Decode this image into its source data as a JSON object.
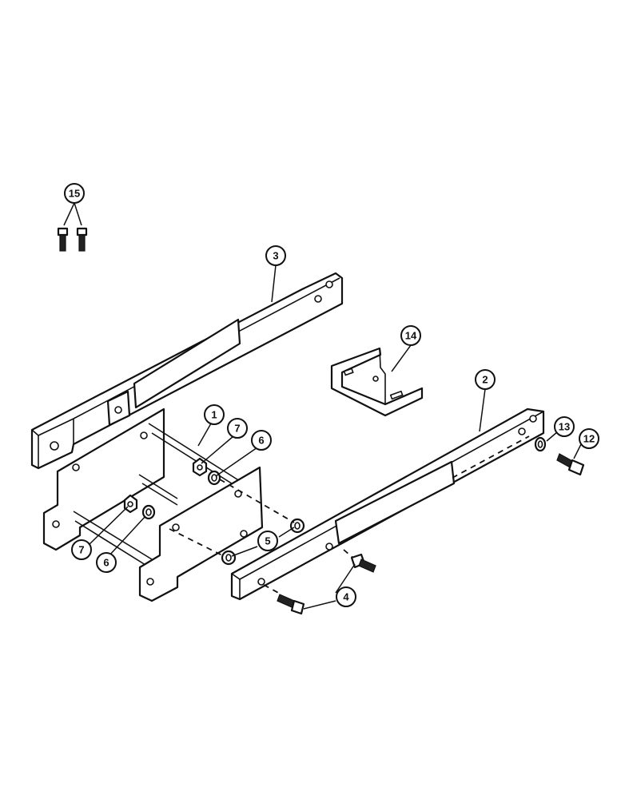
{
  "callouts": {
    "c1": "1",
    "c2": "2",
    "c3": "3",
    "c4": "4",
    "c5": "5",
    "c6a": "6",
    "c6b": "6",
    "c7a": "7",
    "c7b": "7",
    "c12": "12",
    "c13": "13",
    "c14": "14",
    "c15": "15"
  },
  "colors": {
    "line": "#111111",
    "background": "#ffffff"
  }
}
